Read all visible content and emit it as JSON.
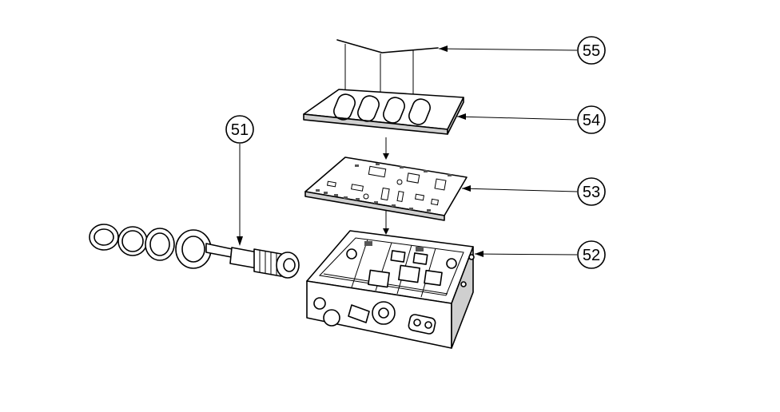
{
  "callouts": {
    "c55": "55",
    "c54": "54",
    "c53": "53",
    "c52": "52",
    "c51": "51"
  },
  "colors": {
    "line": "#000000",
    "background": "#ffffff"
  }
}
